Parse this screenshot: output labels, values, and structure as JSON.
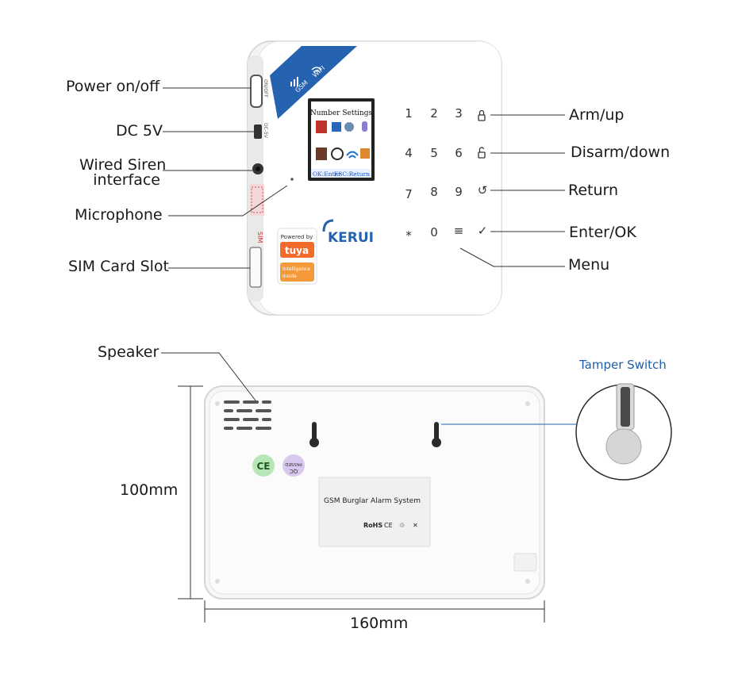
{
  "front": {
    "screen_title": "Number Settings",
    "screen_ok": "OK:Enter",
    "screen_esc": "ESC:Return",
    "brand": "KERUI",
    "badge_powered": "Powered by",
    "badge_tuya": "tuya",
    "badge_intel1": "Intelligence",
    "badge_intel2": "Inside",
    "gsm": "GSM",
    "wifi": "WIFI",
    "side_onoff": "ON/OFF",
    "side_dc": "DC-5V",
    "side_sim": "SIM",
    "keys": [
      "1",
      "2",
      "3",
      "7",
      "8",
      "9",
      "*",
      "0",
      "≡",
      "4",
      "5",
      "6",
      "✓"
    ],
    "fn_return": "↺"
  },
  "labels": {
    "power": "Power on/off",
    "dc": "DC 5V",
    "siren1": "Wired Siren",
    "siren2": "interface",
    "mic": "Microphone",
    "sim": "SIM Card Slot",
    "arm": "Arm/up",
    "disarm": "Disarm/down",
    "ret": "Return",
    "enter": "Enter/OK",
    "menu": "Menu",
    "speaker": "Speaker",
    "tamper": "Tamper Switch",
    "height": "100mm",
    "width": "160mm"
  },
  "back": {
    "sticker_title": "GSM Burglar Alarm System",
    "ce": "CE",
    "qc1": "PASSED",
    "qc2": "QC",
    "marks": [
      "RoHS",
      "CE",
      "♲",
      "✕"
    ]
  },
  "colors": {
    "accent_blue": "#2563b0",
    "tamper_blue": "#1f5fa8",
    "tuya_orange": "#f26b2a"
  }
}
